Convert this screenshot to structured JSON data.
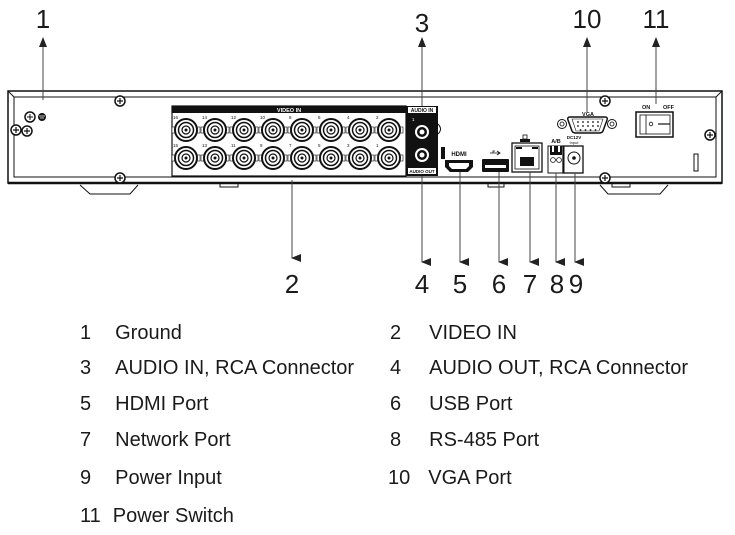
{
  "diagram": {
    "panel_labels": {
      "video_in": "VIDEO IN",
      "audio_in": "AUDIO IN",
      "audio_out": "AUDIO OUT",
      "vga": "VGA",
      "hdmi": "HDMI",
      "rs485": "A/B",
      "power_input": "DC12V",
      "power_input_sub": "Input",
      "switch_on": "ON",
      "switch_off": "OFF",
      "audio_channel": "1"
    },
    "video_channels_top": [
      "16",
      "14",
      "12",
      "10",
      "8",
      "6",
      "4",
      "2"
    ],
    "video_channels_bottom": [
      "15",
      "13",
      "11",
      "9",
      "7",
      "5",
      "3",
      "1"
    ],
    "callouts": [
      "1",
      "2",
      "3",
      "4",
      "5",
      "6",
      "7",
      "8",
      "9",
      "10",
      "11"
    ]
  },
  "legend": [
    {
      "num": "1",
      "label": "Ground"
    },
    {
      "num": "2",
      "label": "VIDEO IN"
    },
    {
      "num": "3",
      "label": "AUDIO IN, RCA Connector"
    },
    {
      "num": "4",
      "label": "AUDIO OUT, RCA Connector"
    },
    {
      "num": "5",
      "label": "HDMI Port"
    },
    {
      "num": "6",
      "label": "USB Port"
    },
    {
      "num": "7",
      "label": "Network Port"
    },
    {
      "num": "8",
      "label": "RS-485 Port"
    },
    {
      "num": "9",
      "label": "Power Input"
    },
    {
      "num": "10",
      "label": "VGA Port"
    },
    {
      "num": "11",
      "label": "Power Switch"
    }
  ]
}
